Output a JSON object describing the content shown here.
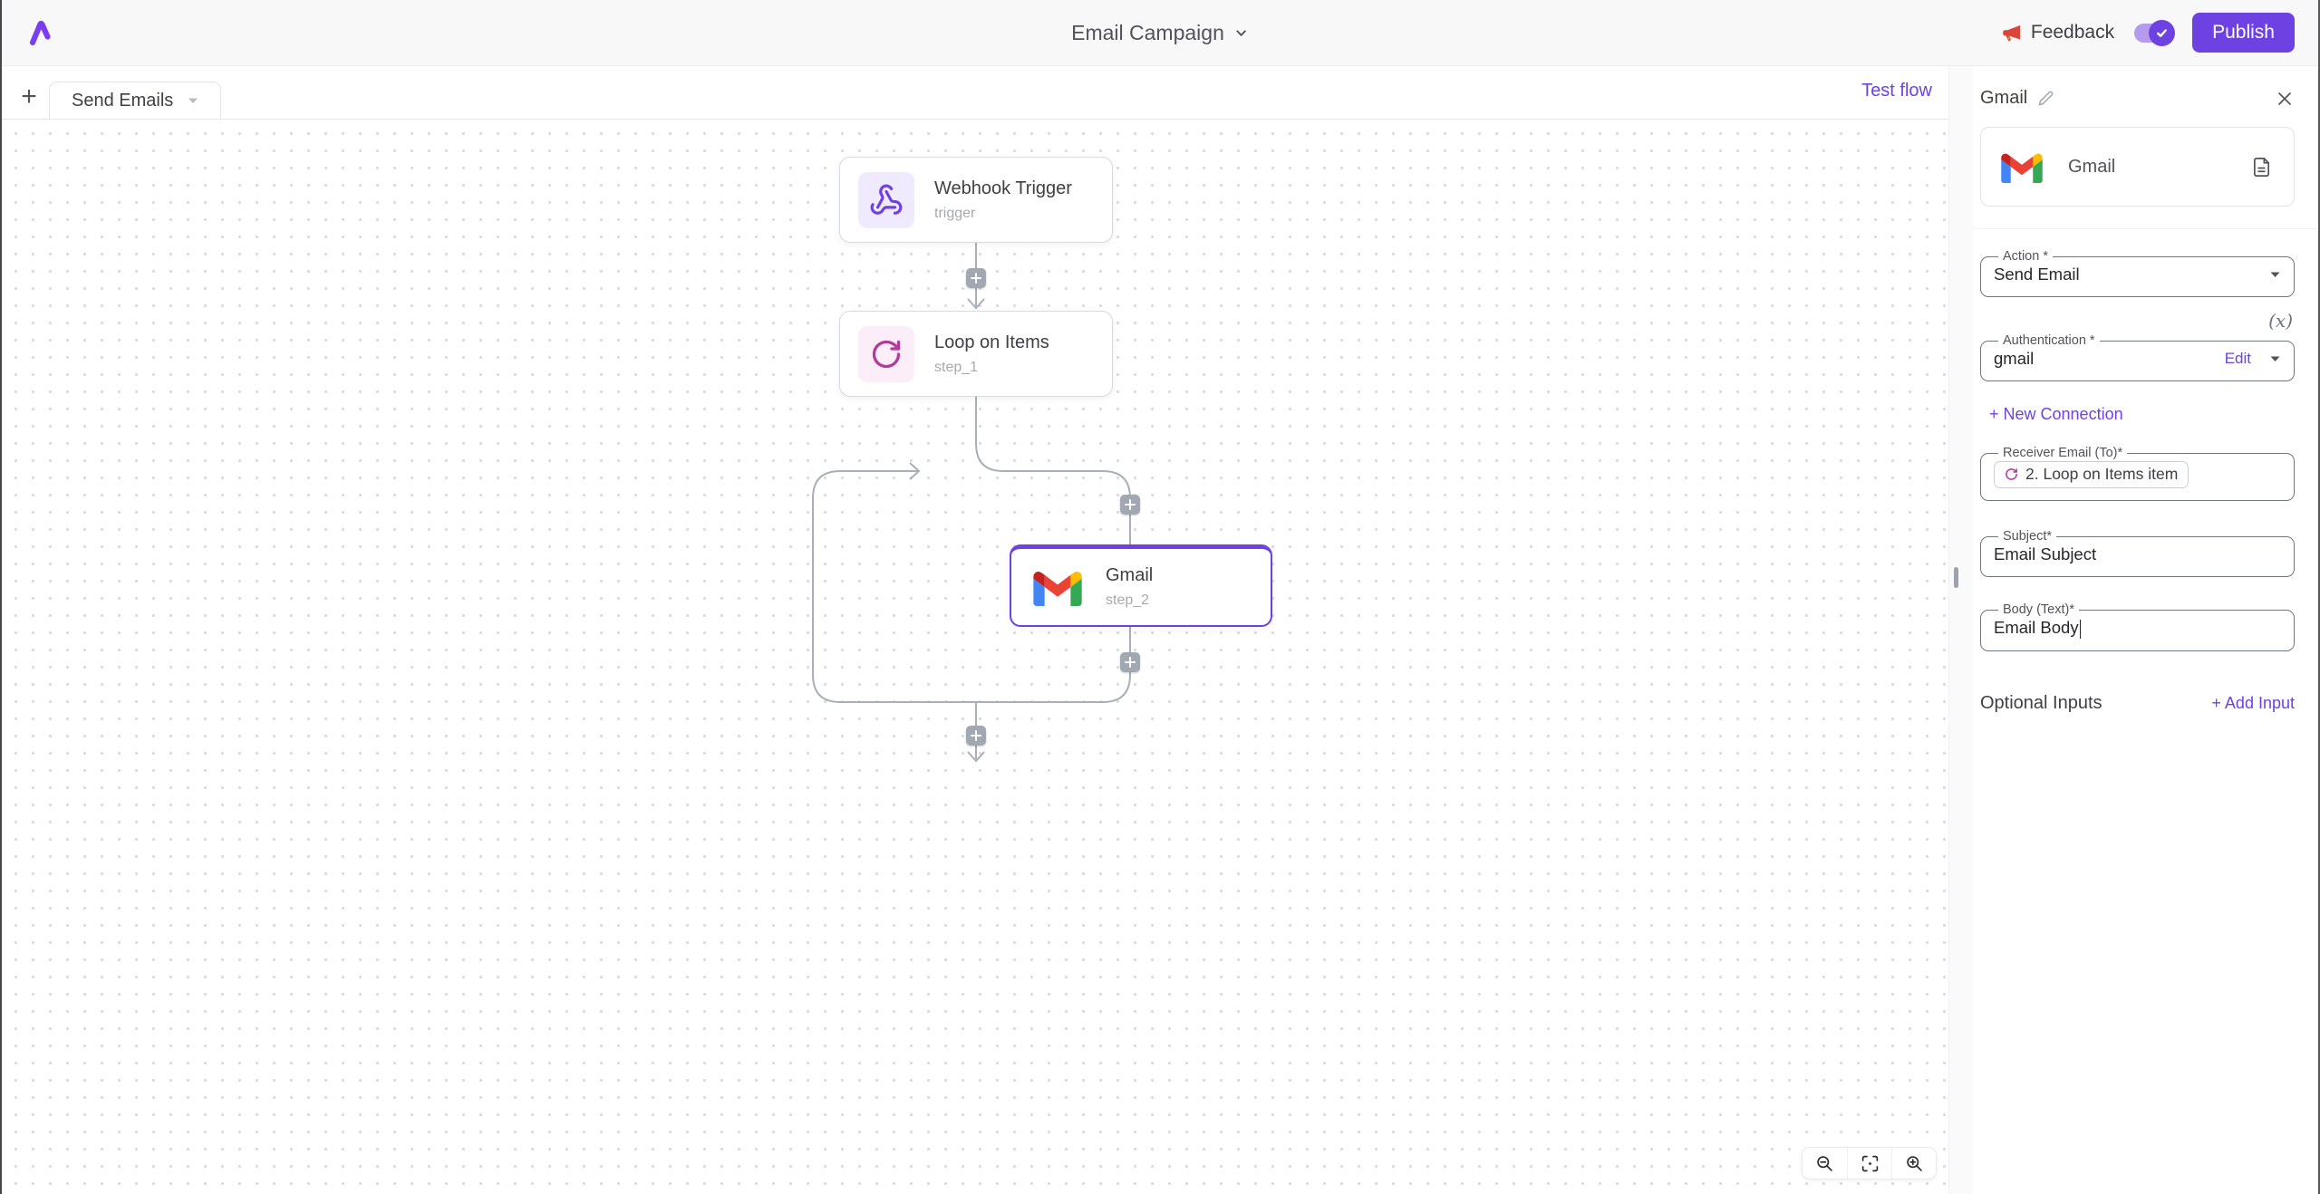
{
  "topbar": {
    "title": "Email Campaign",
    "feedback_label": "Feedback",
    "publish_label": "Publish",
    "toggle_state": "on"
  },
  "tabstrip": {
    "add_label": "+",
    "flow_tab_label": "Send Emails",
    "test_flow_label": "Test flow"
  },
  "canvas": {
    "nodes": [
      {
        "title": "Webhook Trigger",
        "subtitle": "trigger",
        "icon": "webhook-icon"
      },
      {
        "title": "Loop on Items",
        "subtitle": "step_1",
        "icon": "loop-icon"
      },
      {
        "title": "Gmail",
        "subtitle": "step_2",
        "icon": "gmail-icon",
        "selected": true
      }
    ],
    "zoom_controls": [
      "zoom-out-icon",
      "fit-view-icon",
      "zoom-in-icon"
    ]
  },
  "panel": {
    "title": "Gmail",
    "app_card": {
      "name": "Gmail"
    },
    "action": {
      "label": "Action *",
      "value": "Send Email"
    },
    "variable_icon_label": "(x)",
    "auth": {
      "label": "Authentication *",
      "value": "gmail",
      "edit_label": "Edit",
      "new_connection_label": "+ New Connection"
    },
    "receiver": {
      "label": "Receiver Email (To)*",
      "chip": "2. Loop on Items item"
    },
    "subject": {
      "label": "Subject*",
      "value": "Email Subject"
    },
    "body": {
      "label": "Body (Text)*",
      "value": "Email Body"
    },
    "optional_inputs_label": "Optional Inputs",
    "add_input_label": "+ Add Input"
  },
  "colors": {
    "accent_purple": "#6e41e2",
    "topbar_bg": "#f8f8f8",
    "connector_gray": "#a9afb8",
    "loop_pink": "#b23b9c",
    "webhook_purple": "#6e41e2",
    "feedback_red": "#dc4437",
    "gmail_red": "#ea4335",
    "gmail_blue": "#4285f4",
    "gmail_green": "#34a853",
    "gmail_yellow": "#fbbc04"
  }
}
